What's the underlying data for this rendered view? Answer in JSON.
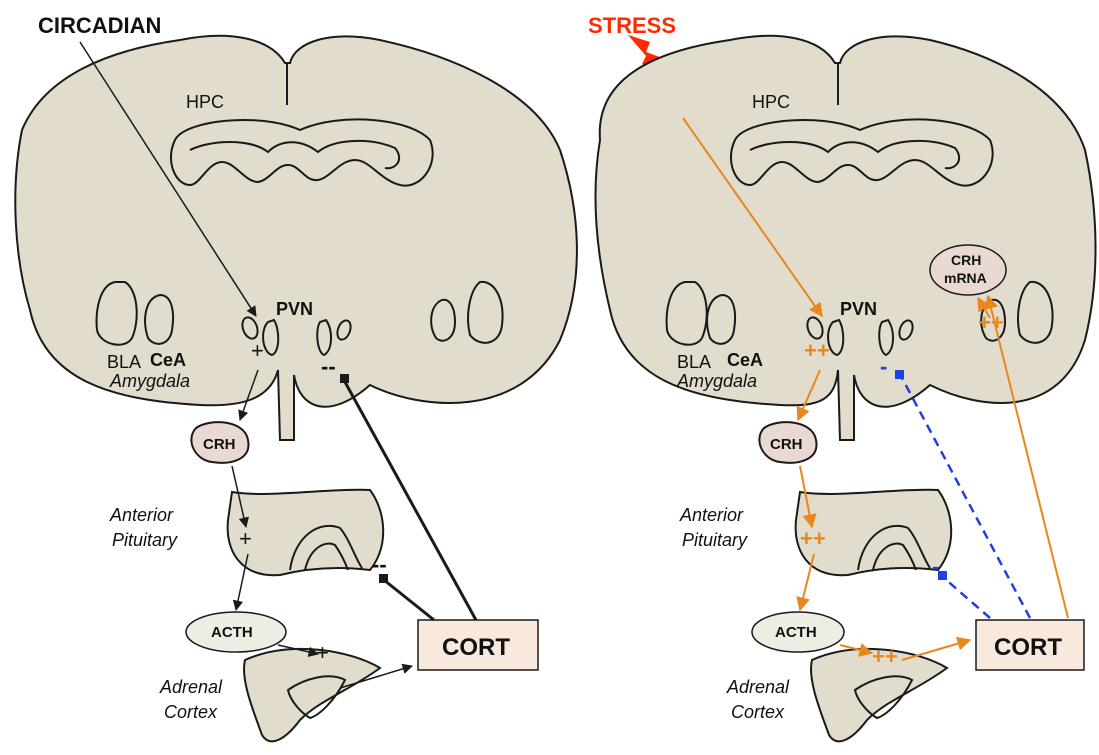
{
  "left": {
    "title": "CIRCADIAN",
    "hpc": "HPC",
    "pvn": "PVN",
    "bla": "BLA",
    "cea": "CeA",
    "amygdala": "Amygdala",
    "crh": "CRH",
    "anterior": "Anterior",
    "pituitary": "Pituitary",
    "acth": "ACTH",
    "adrenal": "Adrenal",
    "cortex": "Cortex",
    "cort": "CORT",
    "plus": "+",
    "minus": "--"
  },
  "right": {
    "title": "STRESS",
    "hpc": "HPC",
    "pvn": "PVN",
    "bla": "BLA",
    "cea": "CeA",
    "amygdala": "Amygdala",
    "crh": "CRH",
    "crh_mrna_1": "CRH",
    "crh_mrna_2": "mRNA",
    "anterior": "Anterior",
    "pituitary": "Pituitary",
    "acth": "ACTH",
    "adrenal": "Adrenal",
    "cortex": "Cortex",
    "cort": "CORT",
    "plusplus": "++",
    "minus": "-"
  },
  "colors": {
    "stress": "#ff2a00",
    "orange": "#e8871e",
    "blue": "#1f3fe6",
    "tissue": "#e2dccd"
  }
}
